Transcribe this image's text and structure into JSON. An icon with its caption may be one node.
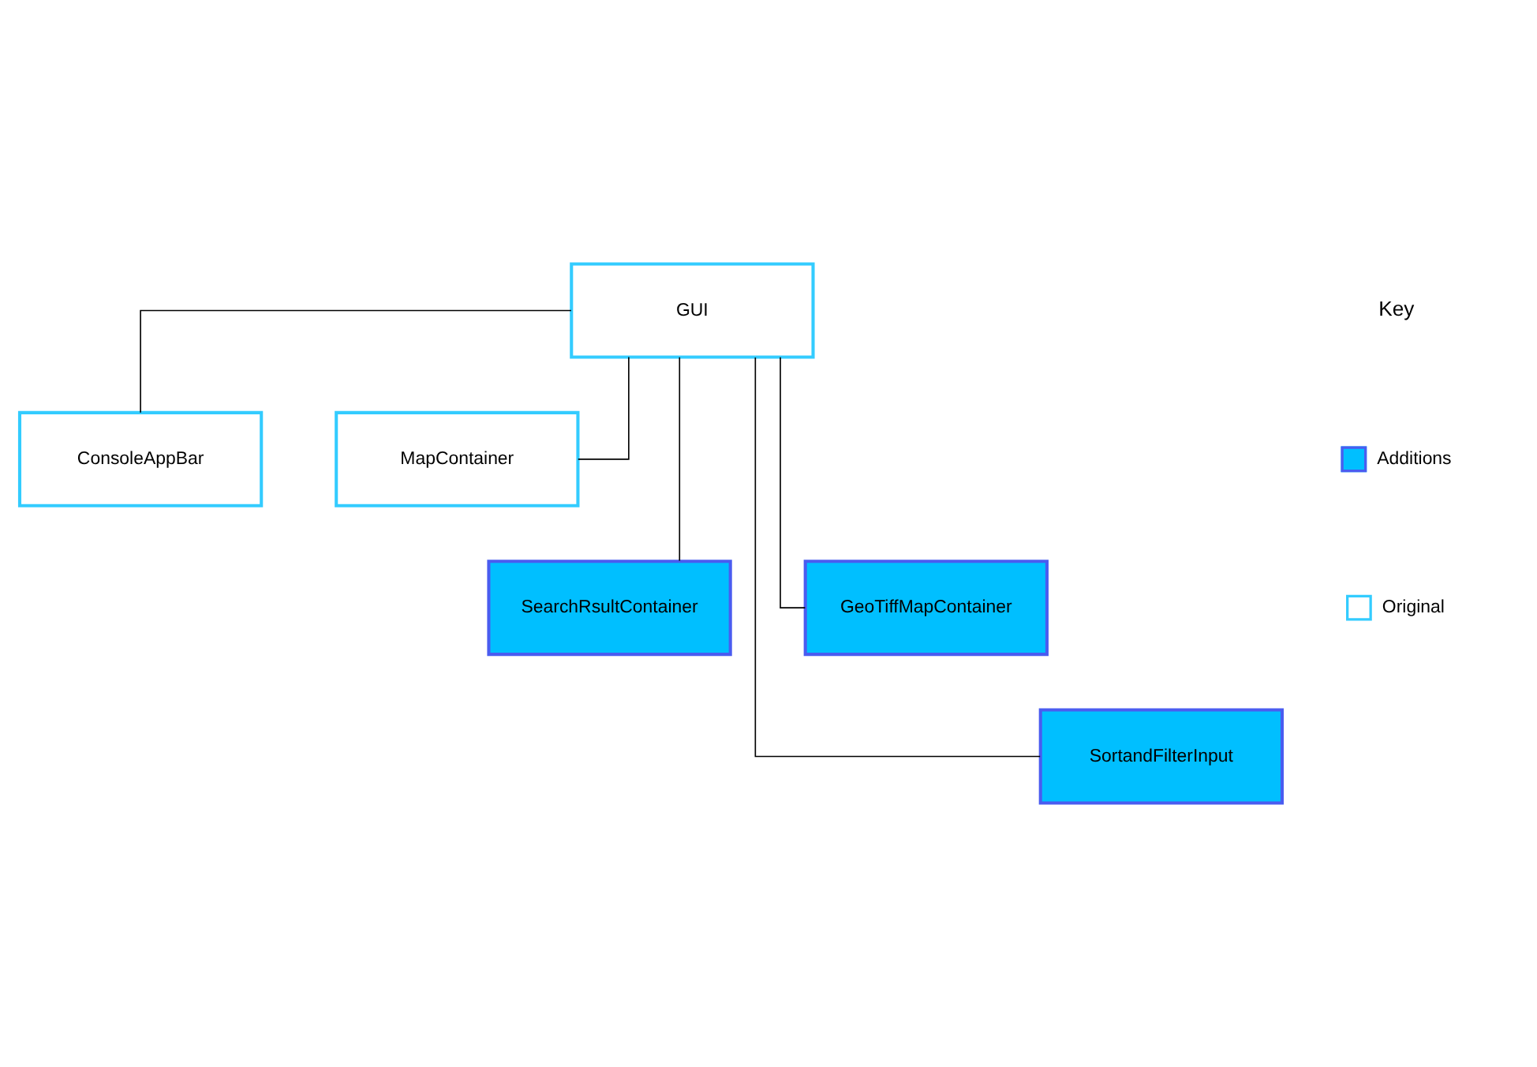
{
  "diagram": {
    "nodes": [
      {
        "text": [
          "GUI"
        ]
      },
      {
        "text": [
          "ConsoleAppBar"
        ]
      },
      {
        "text": [
          "MapContainer"
        ]
      },
      {
        "text": [
          "SearchRsultContainer"
        ]
      },
      {
        "text": [
          "GeoTiffMapContainer"
        ]
      },
      {
        "text": [
          "SortandFilterInput"
        ]
      }
    ],
    "edges": [
      {
        "from": 0,
        "to": 1,
        "arrow": "none"
      },
      {
        "from": 0,
        "to": 2,
        "arrow": "none"
      },
      {
        "from": 0,
        "to": 3,
        "arrow": "none"
      },
      {
        "from": 0,
        "to": 4,
        "arrow": "none"
      },
      {
        "from": 0,
        "to": 5,
        "arrow": "none"
      }
    ],
    "labels": [
      "Key"
    ],
    "legend": [
      {
        "text": "Additions",
        "color": "#00bfff"
      },
      {
        "text": "Original",
        "color": "#ffffff"
      }
    ]
  }
}
